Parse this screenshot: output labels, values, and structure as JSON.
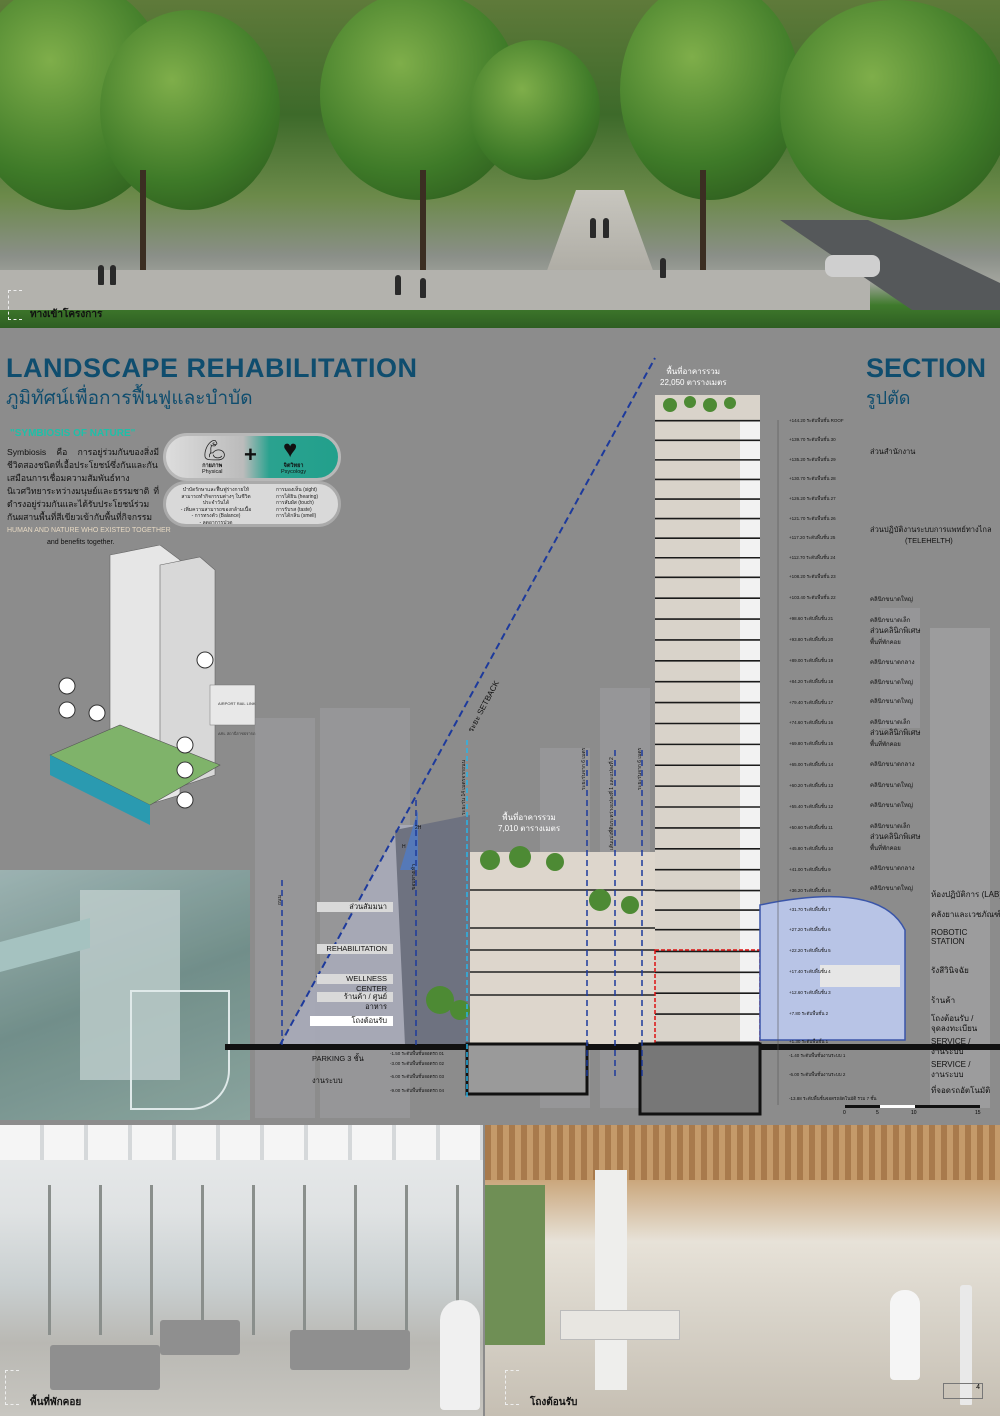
{
  "hero": {
    "caption": "ทางเข้าโครงการ"
  },
  "landscape": {
    "title": "LANDSCAPE REHABILITATION",
    "title_th": "ภูมิทัศน์เพื่อการฟื้นฟูและบำบัด",
    "symbiosis_heading": "\"SYMBIOSIS OF NATURE\"",
    "symbiosis_body": "Symbiosis คือ การอยู่ร่วมกันของสิ่งมีชีวิตสองชนิดที่เอื้อประโยชน์ซึ่งกันและกัน เสมือนการเชื่อมความสัมพันธ์ทางนิเวศวิทยาระหว่างมนุษย์และธรรมชาติ ที่ดำรงอยู่ร่วมกันและได้รับประโยชน์ร่วมกันผสานพื้นที่สีเขียวเข้ากับพื้นที่กิจกรรม",
    "symbiosis_en_1": "HUMAN AND NATURE WHO EXISTED TOGETHER",
    "symbiosis_en_2": "and benefits together.",
    "physical_th": "กายภาพ",
    "physical_en": "Physical",
    "plus": "+",
    "psych_th": "จิตวิทยา",
    "psych_en": "Psycology",
    "physical_notes": [
      "บำบัดรักษาและฟื้นฟูร่างกายให้สามารถทำกิจกรรมต่างๆ ในชีวิตประจำวันได้",
      "- เพิ่มความสามารถของกล้ามเนื้อ",
      "- การทรงตัว (Balance)",
      "- ลดอาการปวด"
    ],
    "senses": [
      "การมองเห็น (sight)",
      "การได้ยิน (hearing)",
      "การสัมผัส (touch)",
      "การรับรส (taste)",
      "การได้กลิ่น (smell)"
    ],
    "iso_labels": [
      "AIRPORT RAIL LINK",
      "ARL สถานีราชปรารภ"
    ]
  },
  "section": {
    "title": "SECTION",
    "title_th": "รูปตัด",
    "tower_area": [
      "พื้นที่อาคารรวม",
      "22,050 ตารางเมตร"
    ],
    "podium_area": [
      "พื้นที่อาคารรวม",
      "7,010 ตารางเมตร"
    ],
    "setback": "ระยะ SETBACK",
    "vertical_labels": [
      "ถนน",
      "ขอบทางเท้า",
      "ระยะร่น 14 เมตรจากถนน",
      "ระยะร่นจาก 6 เมตร",
      "เส้นแบ่งที่ดินระหว่างแปลงที่ 1 และแปลงที่ 2",
      "ระยะร่นจาก 6 เมตร"
    ],
    "marks": [
      "2H",
      "H"
    ],
    "podium_labels": [
      "ส่วนสัมมนา",
      "REHABILITATION",
      "WELLNESS CENTER",
      "ร้านค้า / ศูนย์อาหาร",
      "โถงต้อนรับ"
    ],
    "below_labels": [
      "PARKING 3 ชั้น",
      "งานระบบ"
    ],
    "podium_basement_levels": [
      "-1.50 ระดับพื้นชั้นจอดรถ 01",
      "-3.00 ระดับพื้นชั้นจอดรถ 02",
      "-6.00 ระดับพื้นชั้นจอดรถ 03",
      "-9.00 ระดับพื้นชั้นจอดรถ 04"
    ],
    "levels": [
      {
        "elev": 144.2,
        "text": "+144.20 ระดับพื้นชั้น ROOF"
      },
      {
        "elev": 139.7,
        "text": "+139.70 ระดับพื้นชั้น 30"
      },
      {
        "elev": 135.2,
        "text": "+135.20 ระดับพื้นชั้น 29"
      },
      {
        "elev": 130.7,
        "text": "+130.70 ระดับพื้นชั้น 28"
      },
      {
        "elev": 126.2,
        "text": "+126.20 ระดับพื้นชั้น 27"
      },
      {
        "elev": 121.7,
        "text": "+121.70 ระดับพื้นชั้น 26"
      },
      {
        "elev": 117.2,
        "text": "+117.20 ระดับพื้นชั้น 25"
      },
      {
        "elev": 112.7,
        "text": "+112.70 ระดับพื้นชั้น 24"
      },
      {
        "elev": 108.2,
        "text": "+108.20 ระดับพื้นชั้น 23"
      },
      {
        "elev": 103.4,
        "text": "+103.40 ระดับพื้นชั้น 22"
      },
      {
        "elev": 98.6,
        "text": "+98.60 ระดับพื้นชั้น 21"
      },
      {
        "elev": 93.8,
        "text": "+93.80 ระดับพื้นชั้น 20"
      },
      {
        "elev": 89.0,
        "text": "+89.00 ระดับพื้นชั้น 19"
      },
      {
        "elev": 84.2,
        "text": "+84.20 ระดับพื้นชั้น 18"
      },
      {
        "elev": 79.4,
        "text": "+79.40 ระดับพื้นชั้น 17"
      },
      {
        "elev": 74.6,
        "text": "+74.60 ระดับพื้นชั้น 16"
      },
      {
        "elev": 69.8,
        "text": "+69.80 ระดับพื้นชั้น 15"
      },
      {
        "elev": 65.0,
        "text": "+65.00 ระดับพื้นชั้น 14"
      },
      {
        "elev": 60.2,
        "text": "+60.20 ระดับพื้นชั้น 13"
      },
      {
        "elev": 55.4,
        "text": "+55.40 ระดับพื้นชั้น 12"
      },
      {
        "elev": 50.6,
        "text": "+50.60 ระดับพื้นชั้น 11"
      },
      {
        "elev": 45.8,
        "text": "+45.80 ระดับพื้นชั้น 10"
      },
      {
        "elev": 41.0,
        "text": "+41.00 ระดับพื้นชั้น 9"
      },
      {
        "elev": 36.2,
        "text": "+36.20 ระดับพื้นชั้น 8"
      },
      {
        "elev": 31.7,
        "text": "+31.70 ระดับพื้นชั้น 7"
      },
      {
        "elev": 27.2,
        "text": "+27.20 ระดับพื้นชั้น 6"
      },
      {
        "elev": 22.2,
        "text": "+22.20 ระดับพื้นชั้น 5"
      },
      {
        "elev": 17.4,
        "text": "+17.40 ระดับพื้นชั้น 4"
      },
      {
        "elev": 12.6,
        "text": "+12.60 ระดับพื้นชั้น 3"
      },
      {
        "elev": 7.8,
        "text": "+7.80 ระดับพื้นชั้น 2"
      },
      {
        "elev": 1.3,
        "text": "+1.30 ระดับพื้นชั้น 1"
      }
    ],
    "basement_levels": [
      "-1.40 ระดับพื้นชั้นงานระบบ 1",
      "-6.00 ระดับพื้นชั้นงานระบบ 2",
      "-13.88 ระดับพื้นชั้นจอดรถอัตโนมัติ รวม 7 ชั้น"
    ],
    "zones": {
      "office": "ส่วนสำนักงาน",
      "telehealth_1": "ส่วนปฏิบัติงานระบบการแพทย์ทางไกล",
      "telehealth_2": "(TELEHELTH)",
      "clinic_large": "คลินิกขนาดใหญ่",
      "clinic_small": "คลินิกขนาดเล็ก",
      "clinic_medium": "คลินิกขนาดกลาง",
      "special_clinic": "ส่วนคลินิกพิเศษ",
      "waiting": "พื้นที่พักคอย",
      "lab": "ห้องปฏิบัติการ (LAB)",
      "pharmacy": "คลังยาและเวชภัณฑ์",
      "robotic": [
        "ROBOTIC",
        "STATION"
      ],
      "diagnosis": "รังสีวินิจฉัย",
      "shop": "ร้านค้า",
      "lobby": [
        "โถงต้อนรับ /",
        "จุดลงทะเบียน"
      ],
      "service1": [
        "SERVICE /",
        "งานระบบ"
      ],
      "service2": [
        "SERVICE /",
        "งานระบบ"
      ],
      "parking": "ที่จอดรถอัตโนมัติ"
    },
    "scale_ticks": [
      "0",
      "5",
      "10",
      "15"
    ]
  },
  "photos": {
    "left_caption": "พื้นที่พักคอย",
    "right_caption": "โถงต้อนรับ",
    "page_number": "4"
  }
}
